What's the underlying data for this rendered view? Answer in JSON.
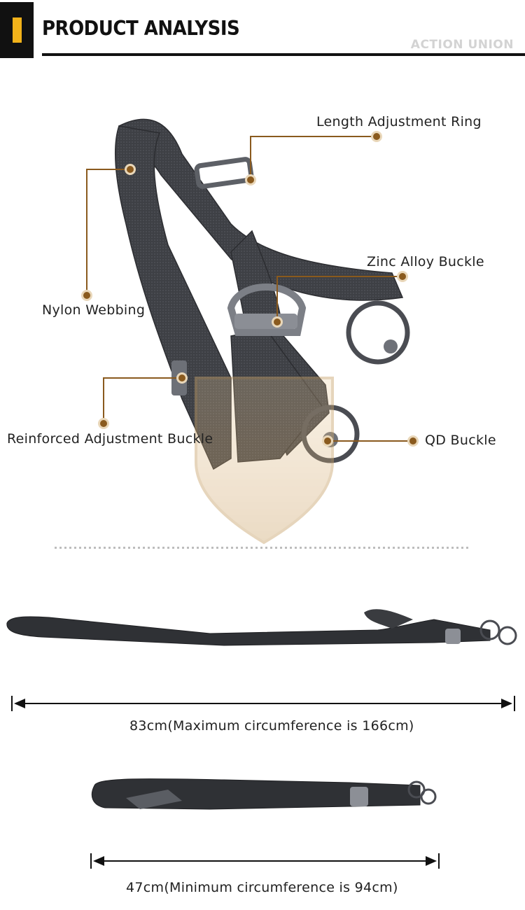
{
  "header": {
    "title": "PRODUCT ANALYSIS",
    "brand": "ACTION UNION"
  },
  "callouts": {
    "length_ring": "Length Adjustment Ring",
    "zinc_buckle": "Zinc Alloy Buckle",
    "nylon_webbing": "Nylon Webbing",
    "reinforced_buckle": "Reinforced Adjustment Buckle",
    "qd_buckle": "QD Buckle"
  },
  "dimensions": {
    "max": "83cm(Maximum circumference is 166cm)",
    "min": "47cm(Minimum circumference is 94cm)"
  },
  "colors": {
    "accent": "#f2b21a",
    "callout": "#8a5a1e",
    "webbing": "#3e4045"
  }
}
